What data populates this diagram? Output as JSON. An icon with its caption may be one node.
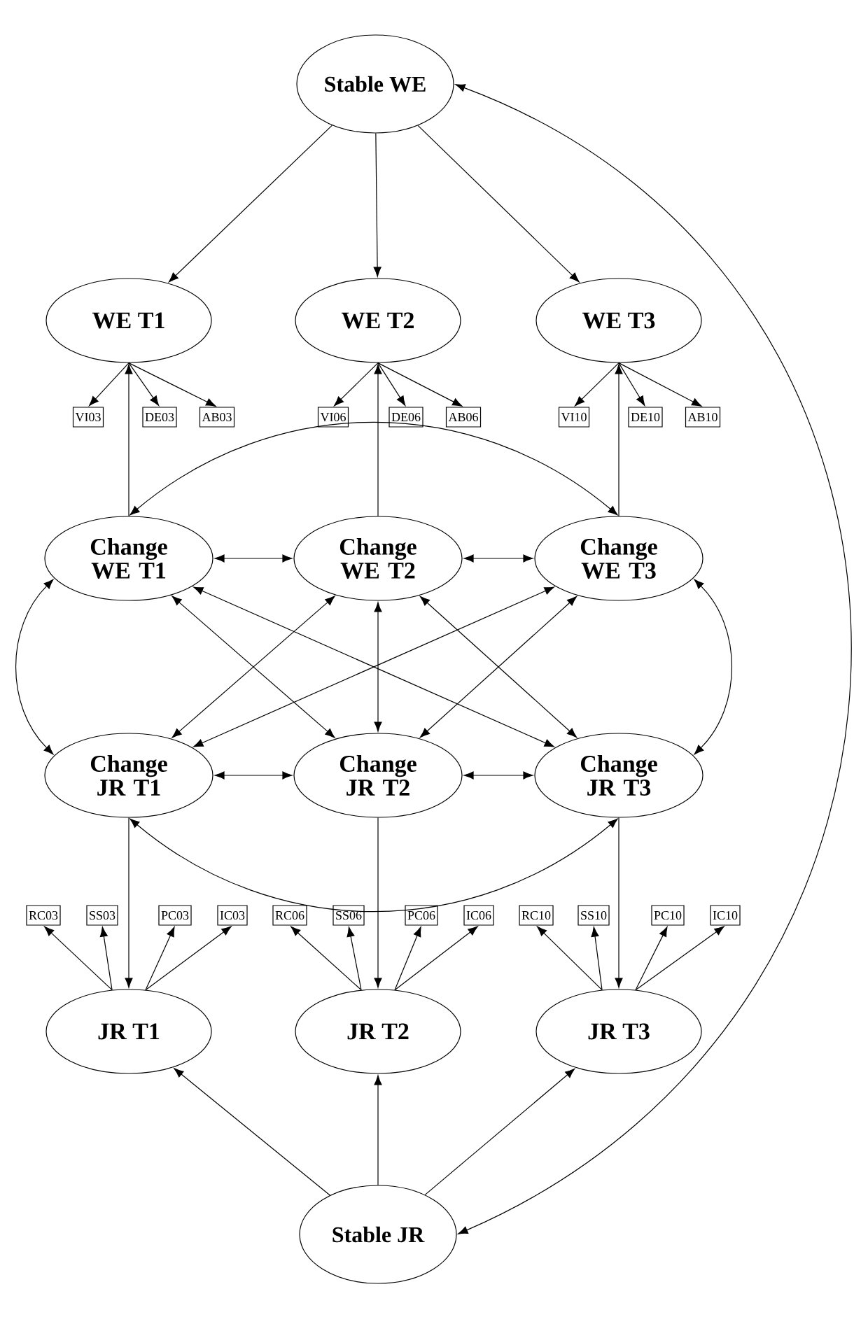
{
  "diagram": {
    "nodes": [
      {
        "text": [
          "Stable WE"
        ]
      },
      {
        "text": [
          "WE T1"
        ]
      },
      {
        "text": [
          "WE T2"
        ]
      },
      {
        "text": [
          "WE T3"
        ]
      },
      {
        "text": [
          "VI03"
        ]
      },
      {
        "text": [
          "DE03"
        ]
      },
      {
        "text": [
          "AB03"
        ]
      },
      {
        "text": [
          "VI06"
        ]
      },
      {
        "text": [
          "DE06"
        ]
      },
      {
        "text": [
          "AB06"
        ]
      },
      {
        "text": [
          "VI10"
        ]
      },
      {
        "text": [
          "DE10"
        ]
      },
      {
        "text": [
          "AB10"
        ]
      },
      {
        "text": [
          "Change WE T1"
        ]
      },
      {
        "text": [
          "Change WE T2"
        ]
      },
      {
        "text": [
          "Change WE T3"
        ]
      },
      {
        "text": [
          "Change JR T1"
        ]
      },
      {
        "text": [
          "Change JR T2"
        ]
      },
      {
        "text": [
          "Change JR T3"
        ]
      },
      {
        "text": [
          "RC03"
        ]
      },
      {
        "text": [
          "SS03"
        ]
      },
      {
        "text": [
          "PC03"
        ]
      },
      {
        "text": [
          "IC03"
        ]
      },
      {
        "text": [
          "RC06"
        ]
      },
      {
        "text": [
          "SS06"
        ]
      },
      {
        "text": [
          "PC06"
        ]
      },
      {
        "text": [
          "IC06"
        ]
      },
      {
        "text": [
          "RC10"
        ]
      },
      {
        "text": [
          "SS10"
        ]
      },
      {
        "text": [
          "PC10"
        ]
      },
      {
        "text": [
          "IC10"
        ]
      },
      {
        "text": [
          "JR T1"
        ]
      },
      {
        "text": [
          "JR T2"
        ]
      },
      {
        "text": [
          "JR T3"
        ]
      },
      {
        "text": [
          "Stable JR"
        ]
      }
    ],
    "edges": [
      {
        "from": 0,
        "to": 1,
        "arrow": "to"
      },
      {
        "from": 0,
        "to": 2,
        "arrow": "to"
      },
      {
        "from": 0,
        "to": 3,
        "arrow": "to"
      },
      {
        "from": 1,
        "to": 4,
        "arrow": "to"
      },
      {
        "from": 1,
        "to": 5,
        "arrow": "to"
      },
      {
        "from": 1,
        "to": 6,
        "arrow": "to"
      },
      {
        "from": 2,
        "to": 7,
        "arrow": "to"
      },
      {
        "from": 2,
        "to": 8,
        "arrow": "to"
      },
      {
        "from": 2,
        "to": 9,
        "arrow": "to"
      },
      {
        "from": 3,
        "to": 10,
        "arrow": "to"
      },
      {
        "from": 3,
        "to": 11,
        "arrow": "to"
      },
      {
        "from": 3,
        "to": 12,
        "arrow": "to"
      },
      {
        "from": 13,
        "to": 1,
        "arrow": "to"
      },
      {
        "from": 14,
        "to": 2,
        "arrow": "to"
      },
      {
        "from": 15,
        "to": 3,
        "arrow": "to"
      },
      {
        "from": 13,
        "to": 15,
        "arrow": "both"
      },
      {
        "from": 13,
        "to": 14,
        "arrow": "both"
      },
      {
        "from": 14,
        "to": 15,
        "arrow": "both"
      },
      {
        "from": 13,
        "to": 16,
        "arrow": "both"
      },
      {
        "from": 15,
        "to": 18,
        "arrow": "both"
      },
      {
        "from": 13,
        "to": 17,
        "arrow": "both"
      },
      {
        "from": 13,
        "to": 18,
        "arrow": "both"
      },
      {
        "from": 14,
        "to": 16,
        "arrow": "both"
      },
      {
        "from": 14,
        "to": 17,
        "arrow": "both"
      },
      {
        "from": 14,
        "to": 18,
        "arrow": "both"
      },
      {
        "from": 15,
        "to": 16,
        "arrow": "both"
      },
      {
        "from": 15,
        "to": 17,
        "arrow": "both"
      },
      {
        "from": 16,
        "to": 17,
        "arrow": "both"
      },
      {
        "from": 17,
        "to": 18,
        "arrow": "both"
      },
      {
        "from": 16,
        "to": 18,
        "arrow": "both"
      },
      {
        "from": 16,
        "to": 31,
        "arrow": "to"
      },
      {
        "from": 17,
        "to": 32,
        "arrow": "to"
      },
      {
        "from": 18,
        "to": 33,
        "arrow": "to"
      },
      {
        "from": 31,
        "to": 19,
        "arrow": "to"
      },
      {
        "from": 31,
        "to": 20,
        "arrow": "to"
      },
      {
        "from": 31,
        "to": 21,
        "arrow": "to"
      },
      {
        "from": 31,
        "to": 22,
        "arrow": "to"
      },
      {
        "from": 32,
        "to": 23,
        "arrow": "to"
      },
      {
        "from": 32,
        "to": 24,
        "arrow": "to"
      },
      {
        "from": 32,
        "to": 25,
        "arrow": "to"
      },
      {
        "from": 32,
        "to": 26,
        "arrow": "to"
      },
      {
        "from": 33,
        "to": 27,
        "arrow": "to"
      },
      {
        "from": 33,
        "to": 28,
        "arrow": "to"
      },
      {
        "from": 33,
        "to": 29,
        "arrow": "to"
      },
      {
        "from": 33,
        "to": 30,
        "arrow": "to"
      },
      {
        "from": 34,
        "to": 31,
        "arrow": "to"
      },
      {
        "from": 34,
        "to": 32,
        "arrow": "to"
      },
      {
        "from": 34,
        "to": 33,
        "arrow": "to"
      },
      {
        "from": 0,
        "to": 34,
        "arrow": "both"
      }
    ]
  }
}
